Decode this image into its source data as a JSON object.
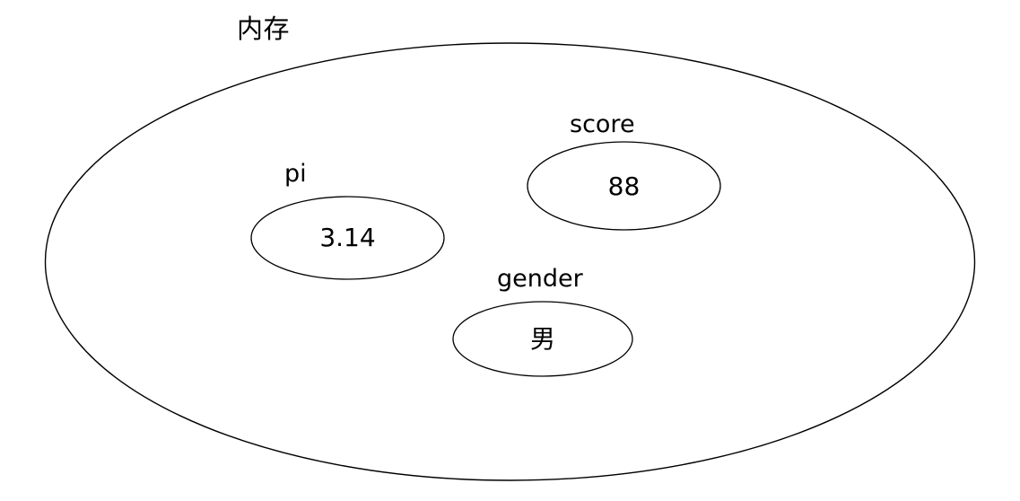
{
  "diagram": {
    "type": "memory-model-venn",
    "background_color": "#ffffff",
    "stroke_color": "#000000",
    "region": {
      "title": "内存",
      "title_meaning_hint": "memory"
    },
    "variables": [
      {
        "name": "pi",
        "value": "3.14",
        "shape": "ellipse"
      },
      {
        "name": "score",
        "value": "88",
        "shape": "ellipse"
      },
      {
        "name": "gender",
        "value": "男",
        "shape": "ellipse"
      }
    ]
  }
}
